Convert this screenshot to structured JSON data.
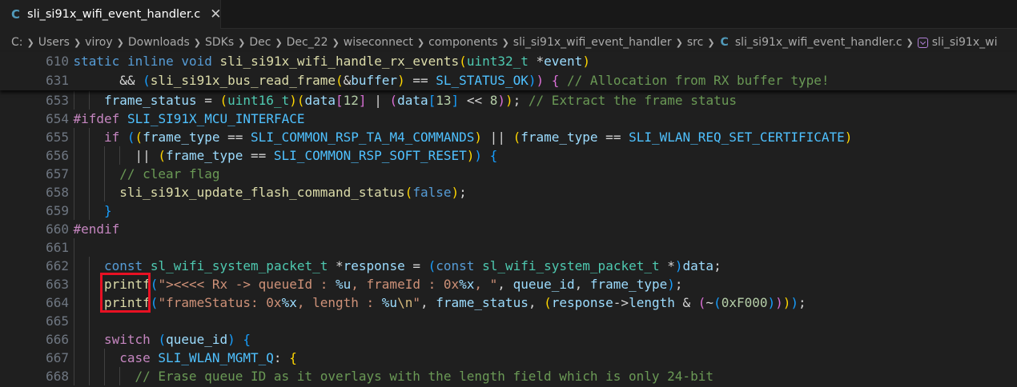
{
  "tab": {
    "icon": "c-file-icon",
    "icon_text": "C",
    "label": "sli_si91x_wifi_event_handler.c",
    "close": "✕"
  },
  "breadcrumbs": [
    "C:",
    "Users",
    "viroy",
    "Downloads",
    "SDKs",
    "Dec",
    "Dec_22",
    "wiseconnect",
    "components",
    "sli_si91x_wifi_event_handler",
    "src",
    "sli_si91x_wifi_event_handler.c",
    "sli_si91x_wi"
  ],
  "breadcrumb_file_icon": "C",
  "highlight_color": "#e81123",
  "sticky_lines": [
    {
      "num": "610",
      "indent": 0,
      "tokens": [
        [
          "kw",
          "static"
        ],
        [
          "pl",
          " "
        ],
        [
          "kw",
          "inline"
        ],
        [
          "pl",
          " "
        ],
        [
          "kw",
          "void"
        ],
        [
          "pl",
          " "
        ],
        [
          "fn",
          "sli_si91x_wifi_handle_rx_events"
        ],
        [
          "b1",
          "("
        ],
        [
          "ty",
          "uint32_t"
        ],
        [
          "pl",
          " *"
        ],
        [
          "var",
          "event"
        ],
        [
          "b1",
          ")"
        ]
      ]
    },
    {
      "num": "631",
      "indent": 6,
      "noguide": true,
      "tokens": [
        [
          "pl",
          "&& "
        ],
        [
          "b3",
          "("
        ],
        [
          "fn",
          "sli_si91x_bus_read_frame"
        ],
        [
          "b1",
          "("
        ],
        [
          "pl",
          "&"
        ],
        [
          "var",
          "buffer"
        ],
        [
          "b1",
          ")"
        ],
        [
          "pl",
          " == "
        ],
        [
          "con",
          "SL_STATUS_OK"
        ],
        [
          "b3",
          ")"
        ],
        [
          "b2",
          ")"
        ],
        [
          "pl",
          " "
        ],
        [
          "b2",
          "{"
        ],
        [
          "pl",
          " "
        ],
        [
          "cm",
          "// Allocation from RX buffer type!"
        ]
      ]
    }
  ],
  "lines": [
    {
      "num": "653",
      "indent": 4,
      "tokens": [
        [
          "var",
          "frame_status"
        ],
        [
          "pl",
          " = "
        ],
        [
          "b1",
          "("
        ],
        [
          "ty",
          "uint16_t"
        ],
        [
          "b1",
          ")"
        ],
        [
          "b1",
          "("
        ],
        [
          "var",
          "data"
        ],
        [
          "b2",
          "["
        ],
        [
          "num",
          "12"
        ],
        [
          "b2",
          "]"
        ],
        [
          "pl",
          " | "
        ],
        [
          "b2",
          "("
        ],
        [
          "var",
          "data"
        ],
        [
          "b3",
          "["
        ],
        [
          "num",
          "13"
        ],
        [
          "b3",
          "]"
        ],
        [
          "pl",
          " << "
        ],
        [
          "num",
          "8"
        ],
        [
          "b2",
          ")"
        ],
        [
          "b1",
          ")"
        ],
        [
          "pl",
          "; "
        ],
        [
          "cm",
          "// Extract the frame status"
        ]
      ]
    },
    {
      "num": "654",
      "indent": 0,
      "tokens": [
        [
          "pp",
          "#ifdef"
        ],
        [
          "pl",
          " "
        ],
        [
          "con",
          "SLI_SI91X_MCU_INTERFACE"
        ]
      ]
    },
    {
      "num": "655",
      "indent": 4,
      "tokens": [
        [
          "ctl",
          "if"
        ],
        [
          "pl",
          " "
        ],
        [
          "b3",
          "("
        ],
        [
          "b1",
          "("
        ],
        [
          "var",
          "frame_type"
        ],
        [
          "pl",
          " == "
        ],
        [
          "con",
          "SLI_COMMON_RSP_TA_M4_COMMANDS"
        ],
        [
          "b1",
          ")"
        ],
        [
          "pl",
          " || "
        ],
        [
          "b1",
          "("
        ],
        [
          "var",
          "frame_type"
        ],
        [
          "pl",
          " == "
        ],
        [
          "con",
          "SLI_WLAN_REQ_SET_CERTIFICATE"
        ],
        [
          "b1",
          ")"
        ]
      ]
    },
    {
      "num": "656",
      "indent": 8,
      "tokens": [
        [
          "pl",
          "|| "
        ],
        [
          "b1",
          "("
        ],
        [
          "var",
          "frame_type"
        ],
        [
          "pl",
          " == "
        ],
        [
          "con",
          "SLI_COMMON_RSP_SOFT_RESET"
        ],
        [
          "b1",
          ")"
        ],
        [
          "b3",
          ")"
        ],
        [
          "pl",
          " "
        ],
        [
          "b3",
          "{"
        ]
      ]
    },
    {
      "num": "657",
      "indent": 6,
      "tokens": [
        [
          "cm",
          "// clear flag"
        ]
      ]
    },
    {
      "num": "658",
      "indent": 6,
      "tokens": [
        [
          "fn",
          "sli_si91x_update_flash_command_status"
        ],
        [
          "b1",
          "("
        ],
        [
          "kw",
          "false"
        ],
        [
          "b1",
          ")"
        ],
        [
          "pl",
          ";"
        ]
      ]
    },
    {
      "num": "659",
      "indent": 4,
      "tokens": [
        [
          "b3",
          "}"
        ]
      ]
    },
    {
      "num": "660",
      "indent": 0,
      "tokens": [
        [
          "pp",
          "#endif"
        ]
      ]
    },
    {
      "num": "661",
      "indent": 2,
      "tokens": []
    },
    {
      "num": "662",
      "indent": 4,
      "tokens": [
        [
          "kw",
          "const"
        ],
        [
          "pl",
          " "
        ],
        [
          "ty",
          "sl_wifi_system_packet_t"
        ],
        [
          "pl",
          " *"
        ],
        [
          "var",
          "response"
        ],
        [
          "pl",
          " = "
        ],
        [
          "b3",
          "("
        ],
        [
          "kw",
          "const"
        ],
        [
          "pl",
          " "
        ],
        [
          "ty",
          "sl_wifi_system_packet_t"
        ],
        [
          "pl",
          " *"
        ],
        [
          "b3",
          ")"
        ],
        [
          "var",
          "data"
        ],
        [
          "pl",
          ";"
        ]
      ]
    },
    {
      "num": "663",
      "indent": 4,
      "tokens": [
        [
          "fn",
          "printf"
        ],
        [
          "b3",
          "("
        ],
        [
          "str",
          "\"><<<< Rx -> queueId : "
        ],
        [
          "fmt",
          "%u"
        ],
        [
          "str",
          ", frameId : 0x"
        ],
        [
          "fmt",
          "%x"
        ],
        [
          "str",
          ", \""
        ],
        [
          "pl",
          ", "
        ],
        [
          "var",
          "queue_id"
        ],
        [
          "pl",
          ", "
        ],
        [
          "var",
          "frame_type"
        ],
        [
          "b3",
          ")"
        ],
        [
          "pl",
          ";"
        ]
      ]
    },
    {
      "num": "664",
      "indent": 4,
      "tokens": [
        [
          "fn",
          "printf"
        ],
        [
          "b3",
          "("
        ],
        [
          "str",
          "\"frameStatus: 0x"
        ],
        [
          "fmt",
          "%x"
        ],
        [
          "str",
          ", length : "
        ],
        [
          "fmt",
          "%u"
        ],
        [
          "esc",
          "\\n"
        ],
        [
          "str",
          "\""
        ],
        [
          "pl",
          ", "
        ],
        [
          "var",
          "frame_status"
        ],
        [
          "pl",
          ", "
        ],
        [
          "b1",
          "("
        ],
        [
          "var",
          "response"
        ],
        [
          "pl",
          "->"
        ],
        [
          "var",
          "length"
        ],
        [
          "pl",
          " & "
        ],
        [
          "b2",
          "("
        ],
        [
          "pl",
          "~"
        ],
        [
          "b3",
          "("
        ],
        [
          "num",
          "0xF000"
        ],
        [
          "b3",
          ")"
        ],
        [
          "b2",
          ")"
        ],
        [
          "b1",
          ")"
        ],
        [
          "b3",
          ")"
        ],
        [
          "pl",
          ";"
        ]
      ]
    },
    {
      "num": "665",
      "indent": 4,
      "tokens": []
    },
    {
      "num": "666",
      "indent": 4,
      "tokens": [
        [
          "ctl",
          "switch"
        ],
        [
          "pl",
          " "
        ],
        [
          "b3",
          "("
        ],
        [
          "var",
          "queue_id"
        ],
        [
          "b3",
          ")"
        ],
        [
          "pl",
          " "
        ],
        [
          "b3",
          "{"
        ]
      ]
    },
    {
      "num": "667",
      "indent": 6,
      "tokens": [
        [
          "ctl",
          "case"
        ],
        [
          "pl",
          " "
        ],
        [
          "con",
          "SLI_WLAN_MGMT_Q"
        ],
        [
          "pl",
          ": "
        ],
        [
          "b1",
          "{"
        ]
      ]
    },
    {
      "num": "668",
      "indent": 8,
      "tokens": [
        [
          "cm",
          "// Erase queue ID as it overlays with the length field which is only 24-bit"
        ]
      ]
    }
  ]
}
